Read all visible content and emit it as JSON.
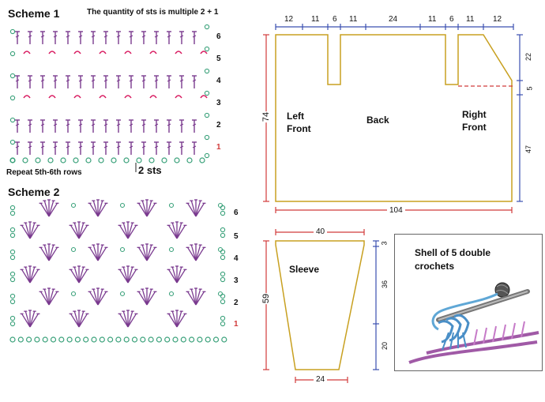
{
  "scheme1": {
    "title": "Scheme 1",
    "note": "The quantity of sts is multiple 2 + 1",
    "repeat_note": "Repeat 5th-6th rows",
    "stitch_note": "2 sts",
    "row_numbers": [
      "1",
      "2",
      "3",
      "4",
      "5",
      "6"
    ]
  },
  "scheme2": {
    "title": "Scheme 2",
    "row_numbers": [
      "1",
      "2",
      "3",
      "4",
      "5",
      "6"
    ]
  },
  "body_pattern": {
    "left_front": [
      "Left",
      "Front"
    ],
    "back": "Back",
    "right_front": [
      "Right",
      "Front"
    ],
    "top_widths": [
      "12",
      "11",
      "6",
      "11",
      "24",
      "11",
      "6",
      "11",
      "12"
    ],
    "height_total": "74",
    "right_heights": [
      "22",
      "5",
      "47"
    ],
    "bottom_width": "104"
  },
  "sleeve_pattern": {
    "label": "Sleeve",
    "top_width": "40",
    "bottom_width": "24",
    "height_total": "59",
    "right_heights": [
      "3",
      "36",
      "20"
    ]
  },
  "photo": {
    "caption": [
      "Shell of 5 double",
      "crochets"
    ]
  },
  "colors": {
    "chart_purple": "#7a3a8f",
    "chart_green": "#3aa17a",
    "chart_pink": "#d81b60",
    "dimension_red": "#d13b3b",
    "dimension_blue": "#3b4fb0",
    "pattern_outline": "#c8a020"
  }
}
